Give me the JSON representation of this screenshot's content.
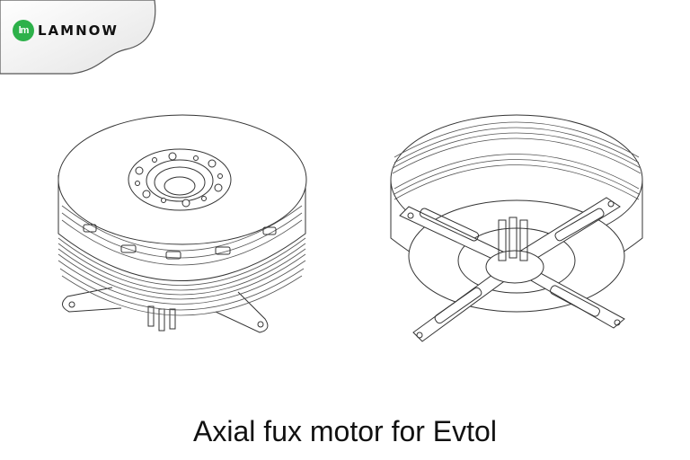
{
  "logo": {
    "badge_text": "lm",
    "brand_name": "LAMNOW",
    "badge_color": "#2db14a"
  },
  "figures": [
    {
      "view": "top-isometric",
      "description": "Axial flux motor, top view with center hub and bolt ring, stacked laminated rings, mounting arms and phase terminals below"
    },
    {
      "view": "bottom-isometric",
      "description": "Axial flux motor, bottom view with X-shaped mounting bracket and three phase lead terminals"
    }
  ],
  "caption": "Axial fux motor for Evtol"
}
